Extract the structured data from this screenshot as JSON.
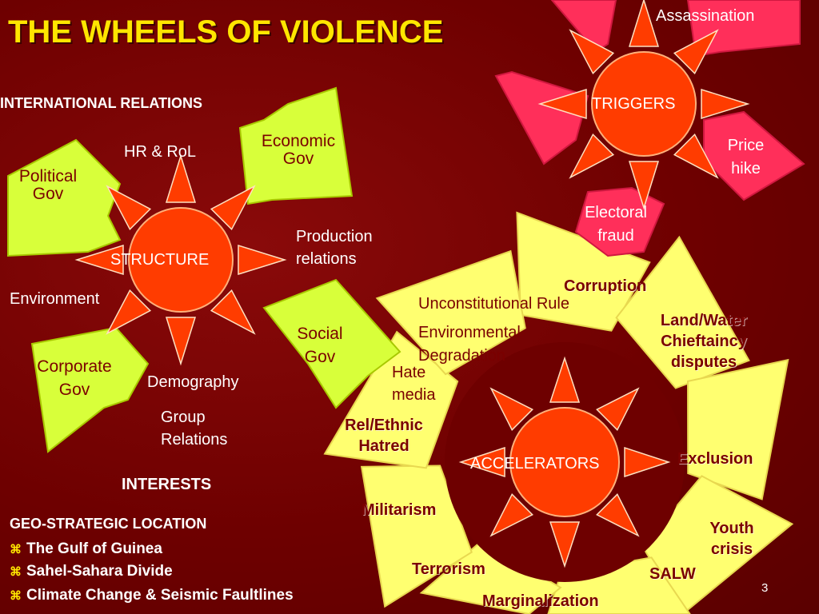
{
  "title": "THE WHEELS OF VIOLENCE",
  "colors": {
    "background": "#6e0000",
    "title": "#ffe600",
    "hub": "#ff3c00",
    "green_petal": "#d8ff3a",
    "pink_petal": "#ff2f5a",
    "yellow_petal": "#ffff70"
  },
  "structure": {
    "hub": "STRUCTURE",
    "heading": "INTERNATIONAL RELATIONS",
    "petals": {
      "economic": "Economic Gov",
      "political": "Political Gov",
      "social": "Social Gov",
      "corporate": "Corporate Gov"
    },
    "labels": {
      "hr": "HR & RoL",
      "production": "Production relations",
      "environment": "Environment",
      "demography": "Demography",
      "group": "Group Relations"
    },
    "interests": "INTERESTS"
  },
  "triggers": {
    "hub": "TRIGGERS",
    "labels": {
      "assassination": "Assassination",
      "price": "Price hike",
      "electoral": "Electoral fraud"
    }
  },
  "accelerators": {
    "hub": "ACCELERATORS",
    "labels": {
      "corruption": "Corruption",
      "unconstitutional": "Unconstitutional Rule",
      "environmental": "Environmental Degradation",
      "land": "Land/Water Chieftaincy disputes",
      "hate": "Hate media",
      "ethnic": "Rel/Ethnic Hatred",
      "exclusion": "Exclusion",
      "militarism": "Militarism",
      "youth": "Youth crisis",
      "terrorism": "Terrorism",
      "salw": "SALW",
      "marginalization": "Marginalization"
    }
  },
  "geo": {
    "heading": "GEO-STRATEGIC LOCATION",
    "items": [
      "The Gulf of Guinea",
      "Sahel-Sahara Divide",
      "Climate Change & Seismic Faultlines"
    ]
  },
  "page_number": "3"
}
